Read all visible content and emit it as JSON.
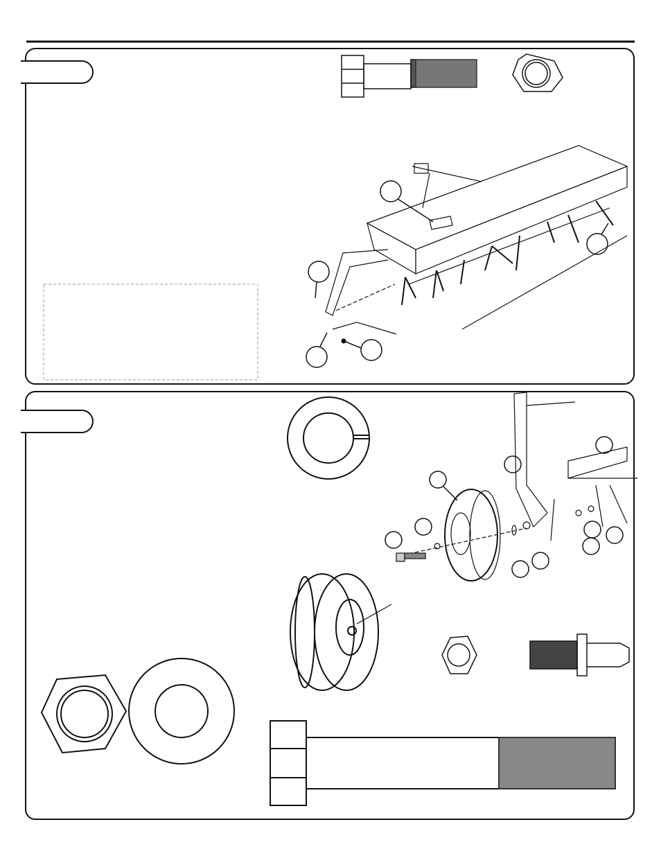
{
  "page": {
    "colors": {
      "ink": "#111111",
      "background": "#ffffff",
      "note_box_border": "#bbbbbb"
    }
  },
  "panels": [
    {
      "id": "step-1",
      "callouts": 5
    },
    {
      "id": "step-2",
      "callouts": 10
    }
  ]
}
